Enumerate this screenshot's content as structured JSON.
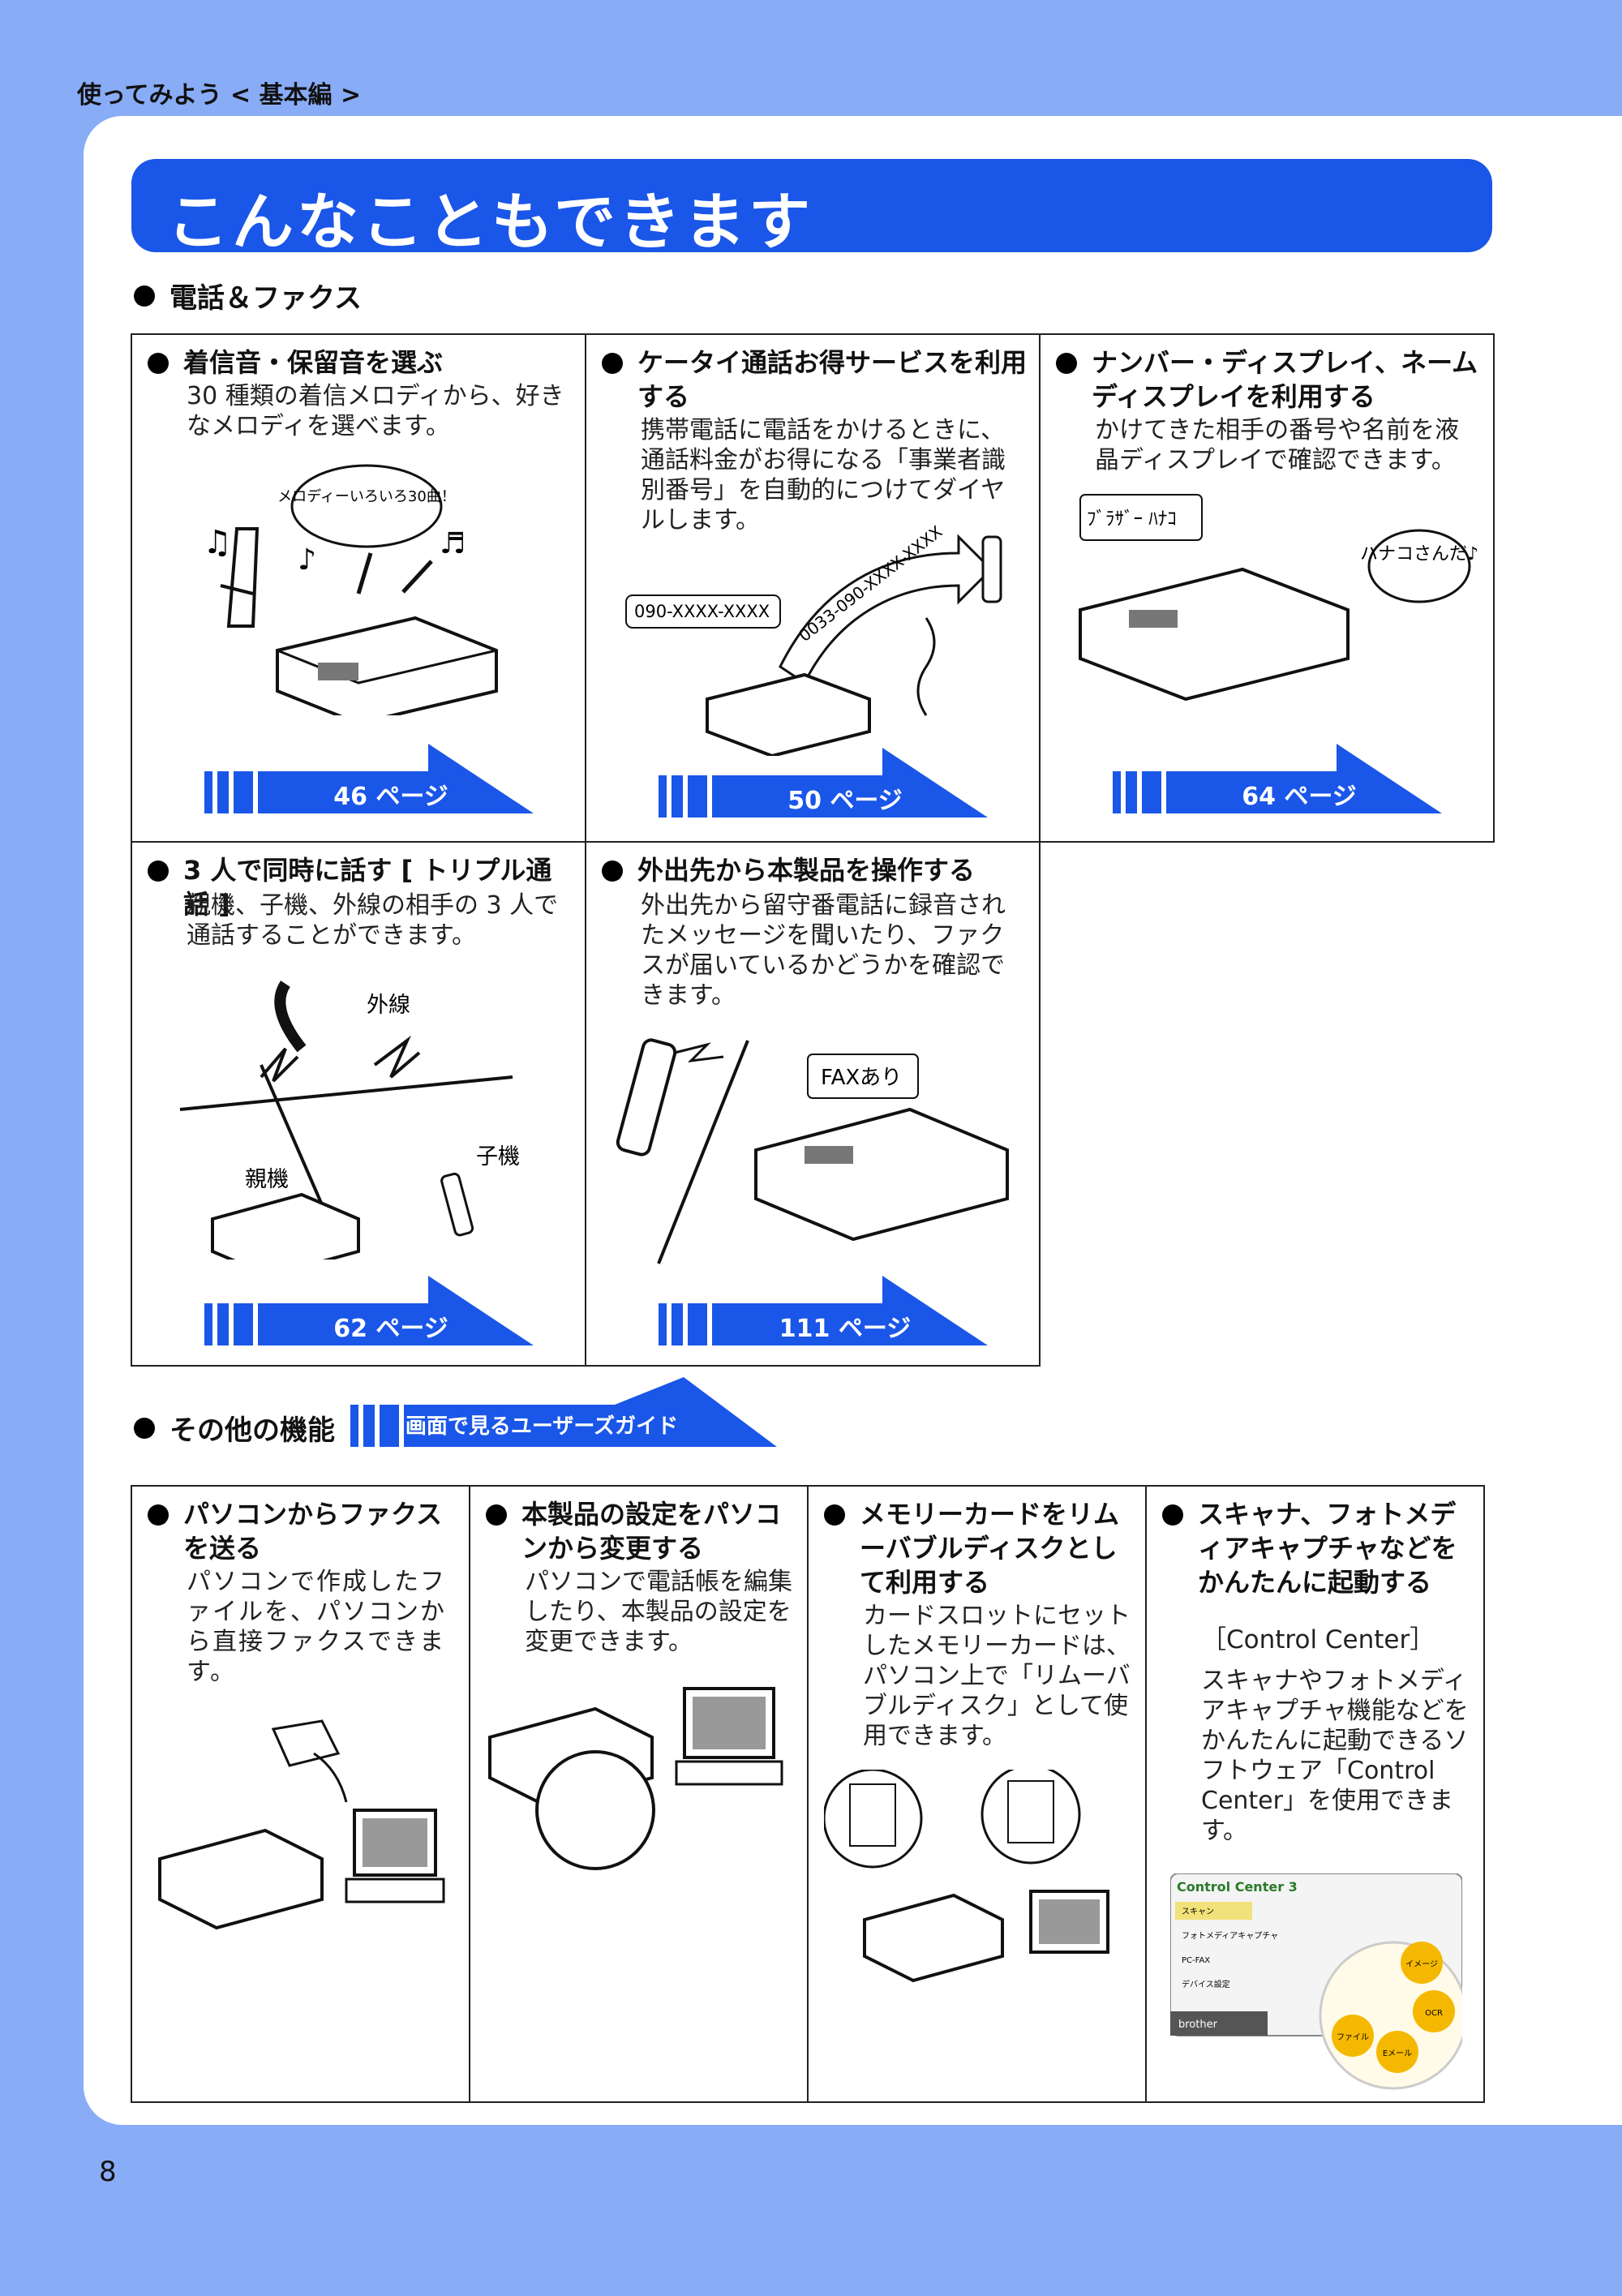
{
  "header": {
    "section_label": "使ってみよう < 基本編 >"
  },
  "title": "こんなこともできます",
  "sections": {
    "phone_fax": "電話＆ファクス",
    "other": "その他の機能",
    "other_ref": "画面で見るユーザーズガイド"
  },
  "phone_cells": [
    {
      "title": "着信音・保留音を選ぶ",
      "desc": "30 種類の着信メロディから、好きなメロディを選べます。",
      "bubble": "メロディーいろいろ30曲！",
      "page": "46 ページ"
    },
    {
      "title": "ケータイ通話お得サービスを利用する",
      "desc": "携帯電話に電話をかけるときに、通話料金がお得になる「事業者識別番号」を自動的につけてダイヤルします。",
      "number_box": "090-XXXX-XXXX",
      "arrow_text": "0033-090-XXXX-XXXX",
      "page": "50 ページ"
    },
    {
      "title": "ナンバー・ディスプレイ、ネームディスプレイを利用する",
      "desc": "かけてきた相手の番号や名前を液晶ディスプレイで確認できます。",
      "lcd_text": "ﾌﾞﾗｻﾞｰ ﾊﾅｺ",
      "bubble": "ハナコさんだ♪",
      "page": "64 ページ"
    },
    {
      "title": "3 人で同時に話す [ トリプル通話 ]",
      "desc": "親機、子機、外線の相手の 3 人で通話することができます。",
      "label_outside": "外線",
      "label_base": "親機",
      "label_handset": "子機",
      "page": "62 ページ"
    },
    {
      "title": "外出先から本製品を操作する",
      "desc": "外出先から留守番電話に録音されたメッセージを聞いたり、ファクスが届いているかどうかを確認できます。",
      "lcd_text": "FAXあり",
      "page": "111 ページ"
    }
  ],
  "other_cells": [
    {
      "title": "パソコンからファクスを送る",
      "desc": "パソコンで作成したファイルを、パソコンから直接ファクスできます。"
    },
    {
      "title": "本製品の設定をパソコンから変更する",
      "desc": "パソコンで電話帳を編集したり、本製品の設定を変更できます。"
    },
    {
      "title": "メモリーカードをリムーバブルディスクとして利用する",
      "desc": "カードスロットにセットしたメモリーカードは、パソコン上で「リムーバブルディスク」として使用できます。"
    },
    {
      "title": "スキャナ、フォトメディアキャプチャなどをかんたんに起動する",
      "subtitle": "［Control Center］",
      "desc": "スキャナやフォトメディアキャプチャ機能などをかんたんに起動できるソフトウェア「Control Center」を使用できます。",
      "screen": {
        "app_name": "Control Center 3",
        "brand": "brother",
        "menu": [
          "スキャン",
          "フォトメディアキャプチャ",
          "PC-FAX",
          "デバイス設定"
        ],
        "buttons": [
          "イメージ",
          "OCR",
          "Eメール",
          "ファイル"
        ]
      }
    }
  ],
  "page_number": "8",
  "colors": {
    "background": "#89acf7",
    "accent": "#1a56e8",
    "sheet": "#ffffff"
  }
}
